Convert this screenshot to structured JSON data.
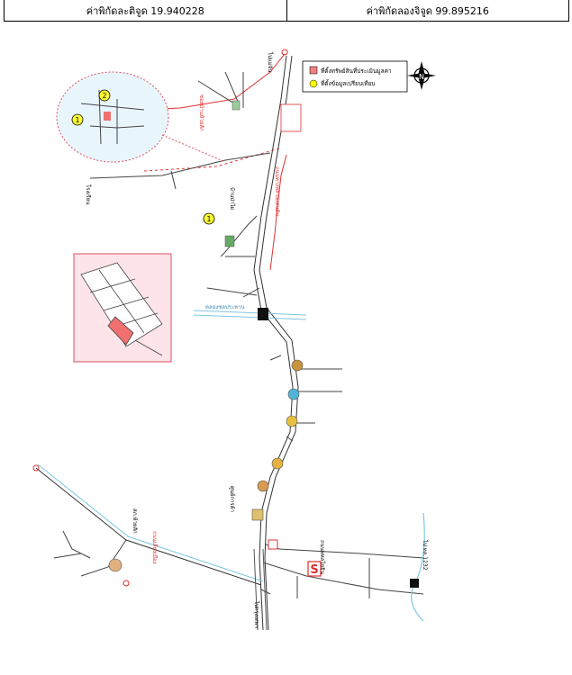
{
  "coordinates": {
    "latitude_label": "ค่าพิกัดละติจูด 19.940228",
    "longitude_label": "ค่าพิกัดลองจิจูด 99.895216"
  },
  "legend": {
    "items": [
      {
        "color": "#f08080",
        "shape": "square",
        "label": "ที่ตั้งทรัพย์สินที่ประเมินมูลค่า"
      },
      {
        "color": "#ffff00",
        "shape": "circle",
        "label": "ที่ตั้งข้อมูลเปรียบเทียบ"
      }
    ]
  },
  "compass": {
    "letter": "N"
  },
  "markers": {
    "one": "1",
    "two": "2",
    "s": "S"
  },
  "map_labels": {
    "to_mae_chan": "ไปแม่จัน",
    "to_bangkok": "ไปกรุงเทพฯ",
    "canal": "คลองชลประทาน",
    "police": "สภ.ห้วยสัก",
    "temple_school": "โรงเรียน",
    "red_road_1": "ถนนทางหลวงแผ่นดิน",
    "red_road_2": "ถนนเลี่ยงเมือง",
    "cold_road": "ซอยบ้านห้วยสัก",
    "village": "บ้านป่าไผ่",
    "big_c": "ศูนย์การค้า",
    "road_1232": "ไป ทล.1232",
    "road_name": "ถนนพหลโยธิน"
  },
  "colors": {
    "road_red": "#e03030",
    "canal_blue": "#7ec8e3",
    "subject_fill": "#f07070",
    "inset_bg": "#fde4e8",
    "inset_border": "#e05060",
    "comp_yellow": "#ffff33"
  }
}
